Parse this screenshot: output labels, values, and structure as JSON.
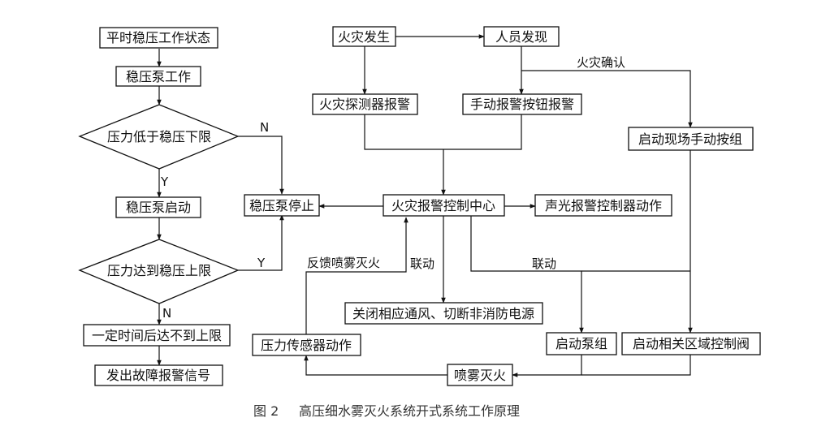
{
  "nodes": {
    "normal_state": "平时稳压工作状态",
    "pump_work": "稳压泵工作",
    "pressure_low": "压力低于稳压下限",
    "pump_start": "稳压泵启动",
    "pressure_reach": "压力达到稳压上限",
    "timeout": "一定时间后达不到上限",
    "fault_signal": "发出故障报警信号",
    "pump_stop": "稳压泵停止",
    "fire": "火灾发生",
    "person_found": "人员发现",
    "detector_alarm": "火灾探测器报警",
    "manual_alarm": "手动报警按钮报警",
    "site_button": "启动现场手动按组",
    "control_center": "火灾报警控制中心",
    "sound_light": "声光报警控制器动作",
    "close_vent": "关闭相应通风、切断非消防电源",
    "pressure_sensor": "压力传感器动作",
    "start_pump_group": "启动泵组",
    "zone_valve": "启动相关区域控制阀",
    "spray": "喷雾灭火"
  },
  "edge_labels": {
    "n_label": "N",
    "y_label_down": "Y",
    "y_label_right": "Y",
    "n_label_down": "N",
    "fire_confirm": "火灾确认",
    "feedback": "反馈喷雾灭火",
    "linkage_1": "联动",
    "linkage_2": "联动"
  },
  "caption": {
    "figure_no": "图 2",
    "title": "高压细水雾灭火系统开式系统工作原理"
  }
}
